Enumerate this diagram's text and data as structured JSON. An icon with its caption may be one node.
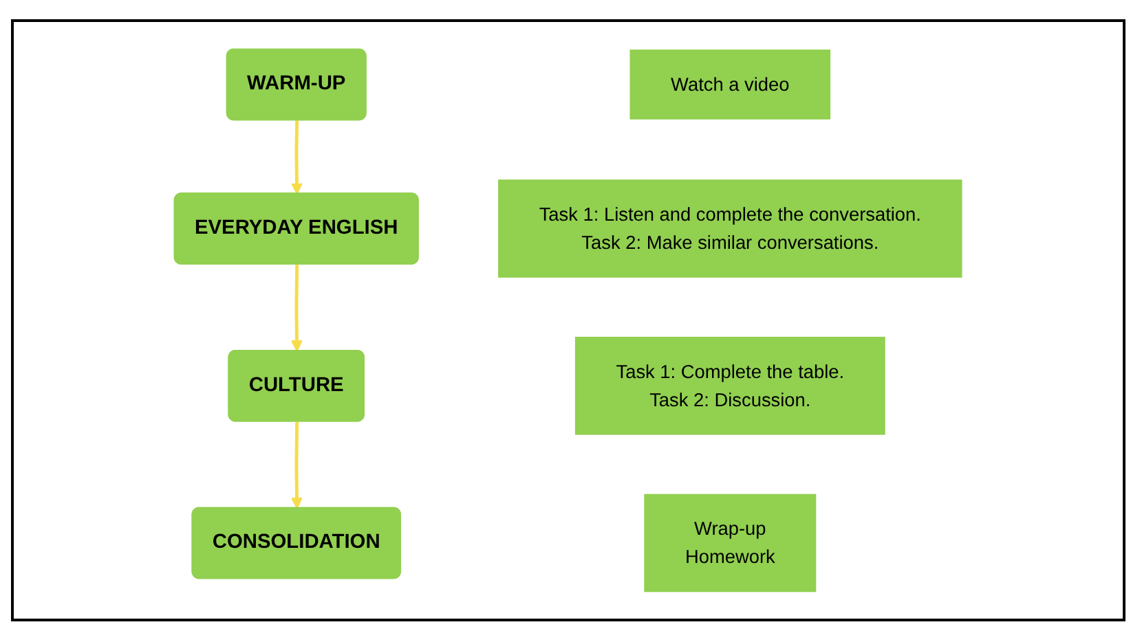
{
  "diagram": {
    "nodes": [
      {
        "text": [
          "WARM-UP"
        ]
      },
      {
        "text": [
          "EVERYDAY ENGLISH"
        ]
      },
      {
        "text": [
          "CULTURE"
        ]
      },
      {
        "text": [
          "CONSOLIDATION"
        ]
      },
      {
        "text": [
          "Watch a video"
        ]
      },
      {
        "text": [
          "Task 1: Listen and complete the conversation.",
          "Task 2: Make similar conversations."
        ]
      },
      {
        "text": [
          "Task 1: Complete the table.",
          "Task 2: Discussion."
        ]
      },
      {
        "text": [
          "Wrap-up",
          "Homework"
        ]
      }
    ],
    "edges": [
      {
        "from": 0,
        "to": 1,
        "arrow": "to"
      },
      {
        "from": 1,
        "to": 2,
        "arrow": "to"
      },
      {
        "from": 2,
        "to": 3,
        "arrow": "to"
      }
    ]
  }
}
